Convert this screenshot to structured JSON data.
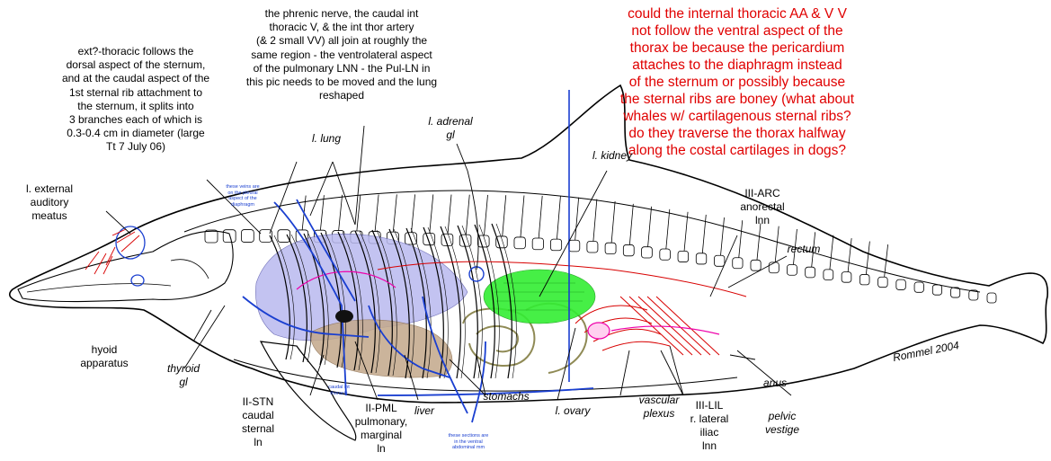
{
  "notes": {
    "left": "ext?-thoracic follows the\ndorsal aspect of the sternum,\nand at the caudal aspect of the\n1st sternal rib attachment to\nthe sternum, it splits into\n3 branches each of which is\n0.3-0.4 cm in diameter (large\nTt 7 July 06)",
    "center": "the phrenic nerve, the caudal int\nthoracic V, & the int thor artery\n(& 2 small VV) all join at roughly the\nsame region - the ventrolateral aspect\nof the pulmonary LNN - the Pul-LN in\nthis pic needs to be moved and the lung\nreshaped",
    "red_question": "could the internal thoracic AA & V V\nnot follow the ventral aspect of the\nthorax be because the pericardium\nattaches to the diaphragm instead\nof the sternum or possibly because\nthe sternal ribs are boney (what about\nwhales w/ cartilagenous sternal ribs?\ndo they traverse the thorax halfway\nalong the costal cartilages in dogs?"
  },
  "labels": {
    "auditory_meatus": "l. external\nauditory\nmeatus",
    "lung": "l. lung",
    "adrenal": "l. adrenal\ngl",
    "kidney": "l. kidney",
    "anorectal": "III-ARC\nanorectal\nlnn",
    "rectum": "rectum",
    "hyoid": "hyoid\napparatus",
    "thyroid": "thyroid\ngl",
    "sternal_ln": "II-STN\ncaudal\nsternal\nln",
    "pulmonary_ln": "II-PML\npulmonary,\nmarginal\nln",
    "liver": "liver",
    "stomachs": "stomachs",
    "ovary": "l. ovary",
    "vascular_plexus": "vascular\nplexus",
    "lateral_iliac": "III-LIL\nr. lateral\niliac\nlnn",
    "anus": "anus",
    "pelvic_vestige": "pelvic\nvestige",
    "author": "Rommel 2004"
  },
  "blue_notes": {
    "diaphragm_veins": "these veins are\non the pleural\naspect of the\ndiaphragm",
    "caudal_int_thoracic": "caudal int\nthoracic",
    "ventral_abdominal": "these sections are\nin the ventral\nabdominal mm"
  },
  "colors": {
    "red_text": "#e00000",
    "blue_vessels": "#1a3fd0",
    "lung": "#b9b9ef",
    "liver": "#c3a88a",
    "kidney": "#33ee33",
    "lymph_vessels": "#d80000",
    "reproductive": "#ee00aa"
  }
}
